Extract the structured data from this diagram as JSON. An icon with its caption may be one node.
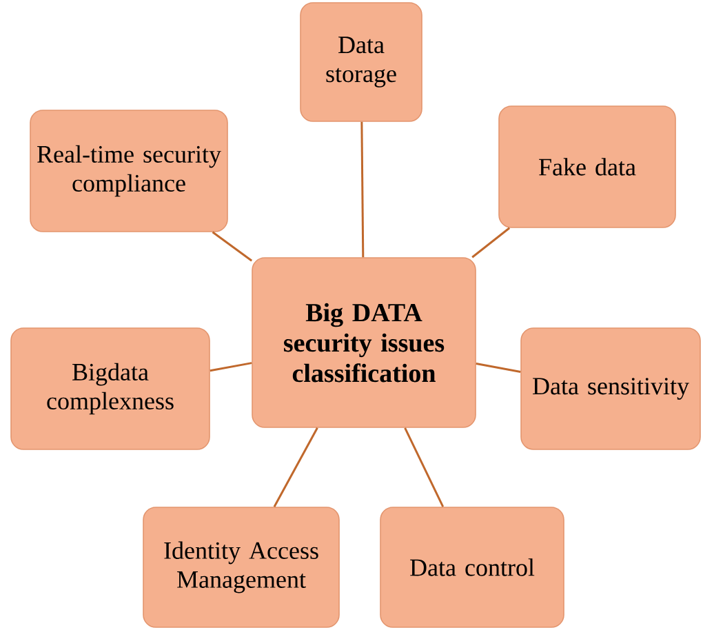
{
  "diagram": {
    "nodes": [
      {
        "text": [
          "Data storage"
        ]
      },
      {
        "text": [
          "Fake data"
        ]
      },
      {
        "text": [
          "Real-time security compliance"
        ]
      },
      {
        "text": [
          "Big DATA security issues classification"
        ]
      },
      {
        "text": [
          "Bigdata complexness"
        ]
      },
      {
        "text": [
          "Data sensitivity"
        ]
      },
      {
        "text": [
          "Identity Access Management"
        ]
      },
      {
        "text": [
          "Data control"
        ]
      }
    ],
    "edges": [
      {
        "from": 3,
        "to": 0,
        "arrow": "none"
      },
      {
        "from": 3,
        "to": 1,
        "arrow": "none"
      },
      {
        "from": 3,
        "to": 2,
        "arrow": "none"
      },
      {
        "from": 3,
        "to": 4,
        "arrow": "none"
      },
      {
        "from": 3,
        "to": 5,
        "arrow": "none"
      },
      {
        "from": 3,
        "to": 6,
        "arrow": "none"
      },
      {
        "from": 3,
        "to": 7,
        "arrow": "none"
      }
    ]
  }
}
